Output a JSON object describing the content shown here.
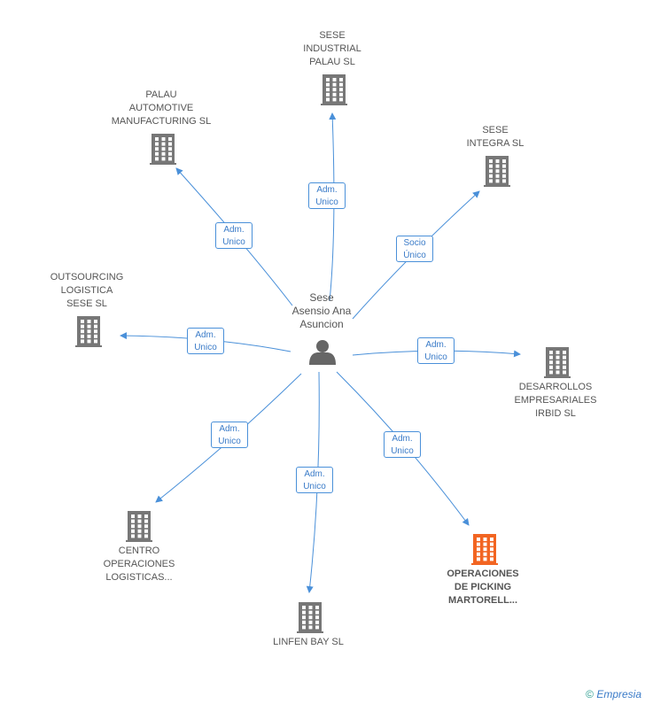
{
  "center": {
    "name": "Sese\nAsensio Ana\nAsuncion"
  },
  "colors": {
    "edge": "#4a90d9",
    "building": "#777777",
    "highlight": "#f26522"
  },
  "nodes": [
    {
      "id": "palau-industrial",
      "label": "SESE\nINDUSTRIAL\nPALAU SL",
      "relation": "Adm.\nUnico",
      "highlight": false
    },
    {
      "id": "palau-automotive",
      "label": "PALAU\nAUTOMOTIVE\nMANUFACTURING SL",
      "relation": "Adm.\nUnico",
      "highlight": false
    },
    {
      "id": "sese-integra",
      "label": "SESE\nINTEGRA SL",
      "relation": "Socio\nÚnico",
      "highlight": false
    },
    {
      "id": "outsourcing",
      "label": "OUTSOURCING\nLOGISTICA\nSESE SL",
      "relation": "Adm.\nUnico",
      "highlight": false
    },
    {
      "id": "desarrollos",
      "label": "DESARROLLOS\nEMPRESARIALES\nIRBID SL",
      "relation": "Adm.\nUnico",
      "highlight": false
    },
    {
      "id": "centro",
      "label": "CENTRO\nOPERACIONES\nLOGISTICAS...",
      "relation": "Adm.\nUnico",
      "highlight": false
    },
    {
      "id": "linfen",
      "label": "LINFEN BAY SL",
      "relation": "Adm.\nUnico",
      "highlight": false
    },
    {
      "id": "picking",
      "label": "OPERACIONES\nDE PICKING\nMARTORELL...",
      "relation": "Adm.\nUnico",
      "highlight": true
    }
  ],
  "footer": {
    "copyright": "©",
    "brand": "Empresia"
  }
}
